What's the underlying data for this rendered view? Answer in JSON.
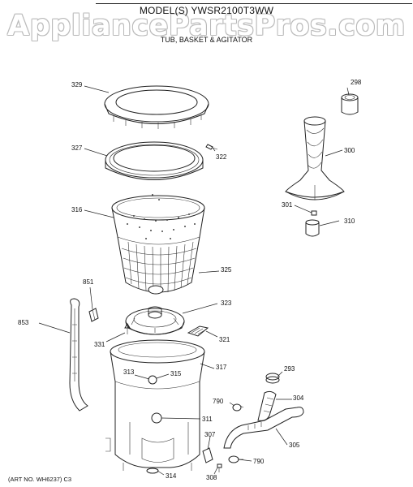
{
  "header": {
    "model_title": "MODEL(S) YWSR2100T3WW",
    "section_title": "TUB, BASKET & AGITATOR",
    "watermark": "AppliancePartsPros.com"
  },
  "footer": {
    "art_number": "(ART NO. WH6237) C3"
  },
  "callouts": {
    "p329": "329",
    "p298": "298",
    "p327": "327",
    "p322": "322",
    "p300": "300",
    "p316": "316",
    "p301": "301",
    "p310": "310",
    "p325": "325",
    "p851": "851",
    "p323": "323",
    "p853": "853",
    "p331": "331",
    "p321": "321",
    "p317": "317",
    "p313": "313",
    "p315": "315",
    "p293": "293",
    "p790a": "790",
    "p304": "304",
    "p311": "311",
    "p307": "307",
    "p305": "305",
    "p790b": "790",
    "p314": "314",
    "p308": "308"
  }
}
